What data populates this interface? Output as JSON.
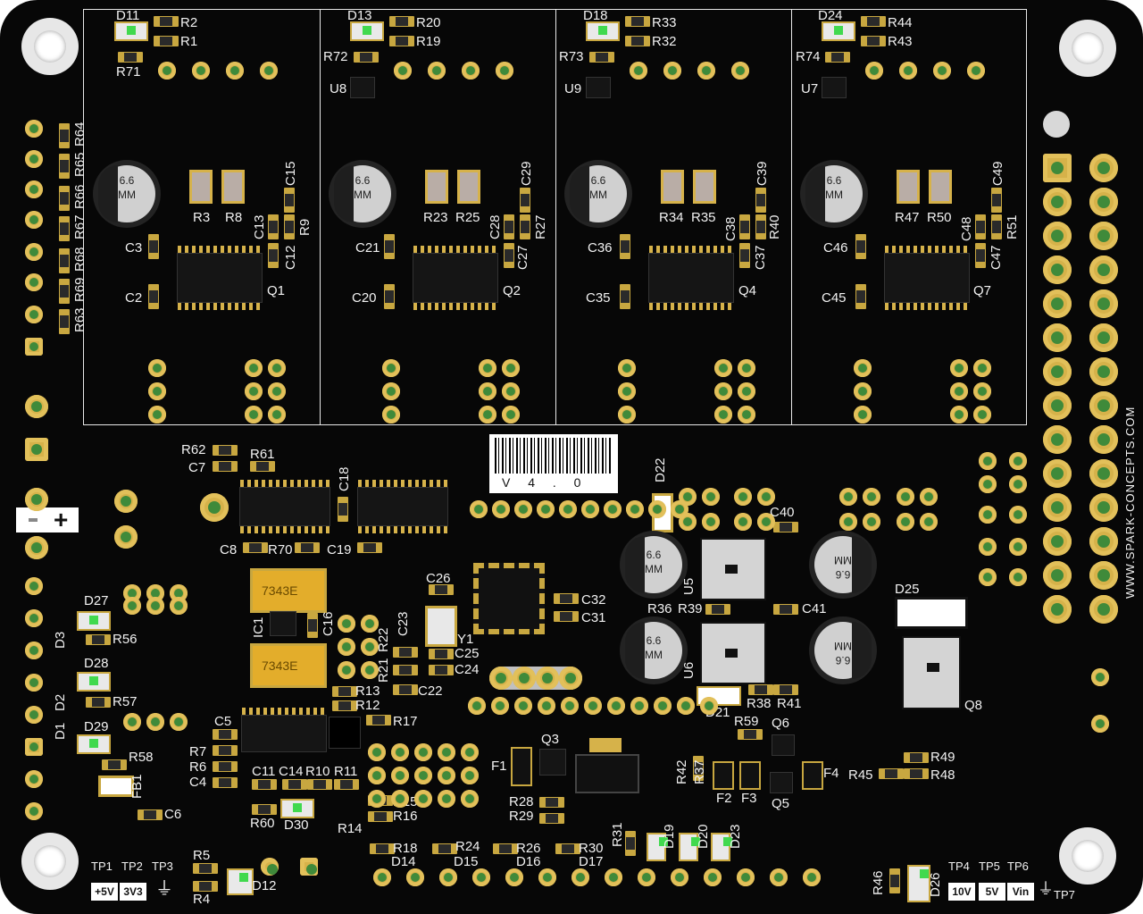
{
  "board": {
    "vendor_text": "WWW.SPARK-CONCEPTS.COM",
    "version_text": "V 4 . 0"
  },
  "designators": {
    "top_leds": [
      "D11",
      "D13",
      "D18",
      "D24"
    ],
    "top_res_a": [
      "R2",
      "R20",
      "R33",
      "R44"
    ],
    "top_res_b": [
      "R1",
      "R19",
      "R32",
      "R43"
    ],
    "top_res_c": [
      "R71",
      "R72",
      "R73",
      "R74"
    ],
    "top_u": [
      "U8",
      "U9",
      "U7"
    ],
    "bulk_res_left": [
      "R3",
      "R23",
      "R34",
      "R47"
    ],
    "bulk_res_right": [
      "R8",
      "R25",
      "R35",
      "R50"
    ],
    "cap_top": [
      "C15",
      "C29",
      "C39",
      "C49"
    ],
    "cap_mid_a": [
      "C13",
      "C28",
      "C38",
      "C48"
    ],
    "cap_mid_b": [
      "C12",
      "C27",
      "C37",
      "C47"
    ],
    "res_side": [
      "R9",
      "R27",
      "R40",
      "R51"
    ],
    "cap_left_a": [
      "C3",
      "C21",
      "C36",
      "C46"
    ],
    "cap_left_b": [
      "C2",
      "C20",
      "C35",
      "C45"
    ],
    "fets": [
      "Q1",
      "Q2",
      "Q4",
      "Q7"
    ],
    "left_res": [
      "R64",
      "R65",
      "R66",
      "R67",
      "R68",
      "R69",
      "R63"
    ],
    "cap_marking": "6.6",
    "cap_marking2": "MM",
    "tant_marking": "7343E",
    "mid": {
      "r62": "R62",
      "c7": "C7",
      "r61": "R61",
      "c18": "C18",
      "c8": "C8",
      "r70": "R70",
      "c19": "C19",
      "d22": "D22",
      "c40": "C40",
      "c26": "C26",
      "c32": "C32",
      "c31": "C31",
      "c23": "C23",
      "y1": "Y1",
      "c25": "C25",
      "c24": "C24",
      "c22": "C22",
      "r21": "R21",
      "r22": "R22",
      "u5": "U5",
      "u6": "U6",
      "r36": "R36",
      "r39": "R39",
      "c41": "C41",
      "d25": "D25",
      "r38": "R38",
      "r41": "R41",
      "d21": "D21",
      "q8": "Q8",
      "r59": "R59",
      "q6": "Q6",
      "q5": "Q5",
      "f2": "F2",
      "f3": "F3",
      "f4": "F4",
      "r42": "R42",
      "r37": "R37",
      "r45": "R45",
      "r49": "R49",
      "r48": "R48",
      "q3": "Q3",
      "f1": "F1",
      "r28": "R28",
      "r29": "R29",
      "r31": "R31",
      "d19": "D19",
      "d20": "D20",
      "d23": "D23",
      "ic1": "IC1",
      "c16": "C16",
      "r13": "R13",
      "r12": "R12",
      "r17": "R17",
      "c5": "C5",
      "r7": "R7",
      "r6": "R6",
      "c4": "C4",
      "c11": "C11",
      "c14": "C14",
      "r10": "R10",
      "r11": "R11",
      "r15": "R15",
      "r16": "R16",
      "r14": "R14",
      "r60": "R60",
      "d30": "D30",
      "r18": "R18",
      "d14": "D14",
      "r24": "R24",
      "d15": "D15",
      "r26": "R26",
      "d16": "D16",
      "r30": "R30",
      "d17": "D17",
      "r5": "R5",
      "r4": "R4",
      "d12": "D12",
      "d27": "D27",
      "r56": "R56",
      "d3": "D3",
      "d28": "D28",
      "r57": "R57",
      "d2": "D2",
      "d1": "D1",
      "d29": "D29",
      "r58": "R58",
      "fb1": "FB1",
      "c6": "C6",
      "r46": "R46",
      "d26": "D26"
    }
  },
  "test_points": [
    {
      "name": "TP1",
      "label": "+5V"
    },
    {
      "name": "TP2",
      "label": "3V3"
    },
    {
      "name": "TP3",
      "label": "⏚"
    },
    {
      "name": "TP4",
      "label": "10V"
    },
    {
      "name": "TP5",
      "label": "5V"
    },
    {
      "name": "TP6",
      "label": "Vin"
    },
    {
      "name": "TP7",
      "label": ""
    }
  ],
  "power_symbol": "+"
}
